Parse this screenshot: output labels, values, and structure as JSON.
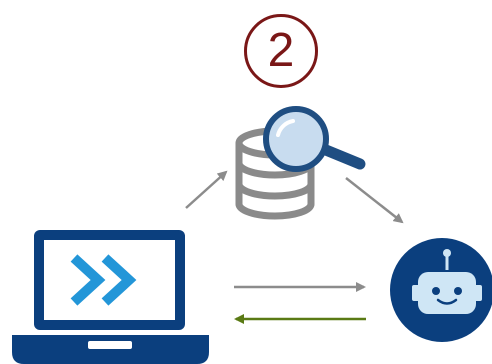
{
  "diagram": {
    "step_label": "2",
    "colors": {
      "step": "#7a1717",
      "laptop": "#0b3f7e",
      "screen": "#ffffff",
      "chevrons": "#2396d8",
      "database": "#8a8a8a",
      "lens_glass": "#c8dcef",
      "lens_frame": "#1f4e82",
      "arrow_gray": "#8c8c8c",
      "arrow_green": "#5a7a14",
      "bot_circle": "#0b3f7e",
      "bot_head": "#cfe6f5",
      "bot_eyes": "#0b3f7e"
    },
    "nodes": [
      {
        "id": "laptop",
        "icon": "laptop-fast-forward-icon"
      },
      {
        "id": "database",
        "icon": "database-search-icon"
      },
      {
        "id": "bot",
        "icon": "robot-icon"
      }
    ],
    "edges": [
      {
        "from": "laptop",
        "to": "database",
        "color": "gray"
      },
      {
        "from": "database",
        "to": "bot",
        "color": "gray"
      },
      {
        "from": "laptop",
        "to": "bot",
        "color": "gray"
      },
      {
        "from": "bot",
        "to": "laptop",
        "color": "green"
      }
    ]
  }
}
